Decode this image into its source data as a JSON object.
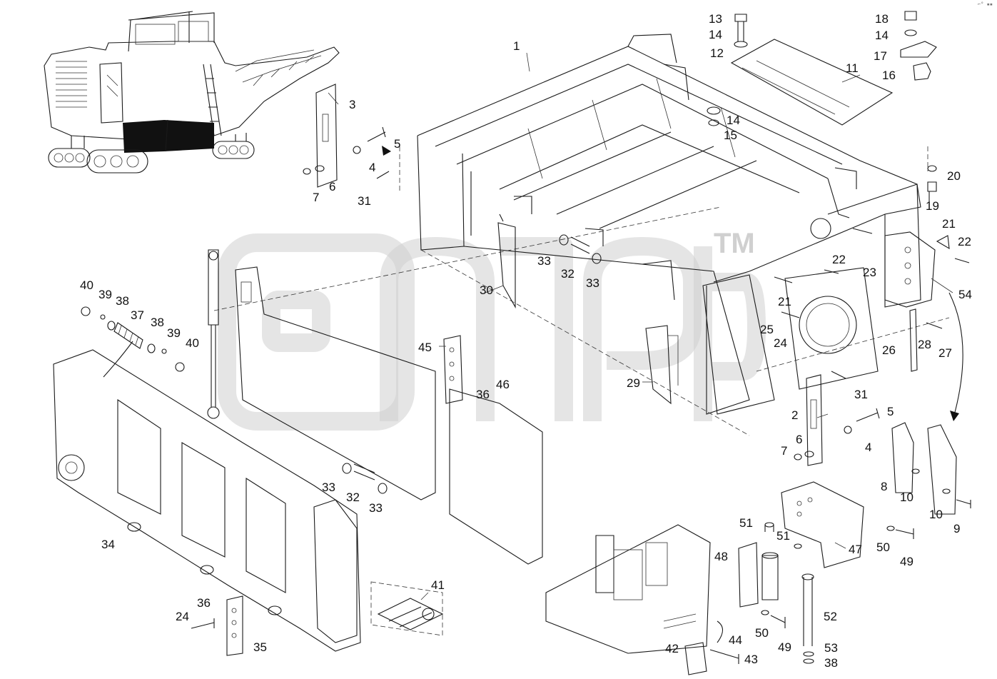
{
  "corner_mark": "⌐° ▪▪",
  "watermark": {
    "text": "TM"
  },
  "callouts": [
    {
      "id": "c1",
      "text": "1"
    },
    {
      "id": "c2",
      "text": "2"
    },
    {
      "id": "c3",
      "text": "3"
    },
    {
      "id": "c4a",
      "text": "4"
    },
    {
      "id": "c4b",
      "text": "4"
    },
    {
      "id": "c5a",
      "text": "5"
    },
    {
      "id": "c5b",
      "text": "5"
    },
    {
      "id": "c6a",
      "text": "6"
    },
    {
      "id": "c6b",
      "text": "6"
    },
    {
      "id": "c7a",
      "text": "7"
    },
    {
      "id": "c7b",
      "text": "7"
    },
    {
      "id": "c8",
      "text": "8"
    },
    {
      "id": "c9",
      "text": "9"
    },
    {
      "id": "c10a",
      "text": "10"
    },
    {
      "id": "c10b",
      "text": "10"
    },
    {
      "id": "c11",
      "text": "11"
    },
    {
      "id": "c12",
      "text": "12"
    },
    {
      "id": "c13",
      "text": "13"
    },
    {
      "id": "c14a",
      "text": "14"
    },
    {
      "id": "c14b",
      "text": "14"
    },
    {
      "id": "c14c",
      "text": "14"
    },
    {
      "id": "c15",
      "text": "15"
    },
    {
      "id": "c16",
      "text": "16"
    },
    {
      "id": "c17",
      "text": "17"
    },
    {
      "id": "c18",
      "text": "18"
    },
    {
      "id": "c19",
      "text": "19"
    },
    {
      "id": "c20",
      "text": "20"
    },
    {
      "id": "c21a",
      "text": "21"
    },
    {
      "id": "c21b",
      "text": "21"
    },
    {
      "id": "c22a",
      "text": "22"
    },
    {
      "id": "c22b",
      "text": "22"
    },
    {
      "id": "c23",
      "text": "23"
    },
    {
      "id": "c24a",
      "text": "24"
    },
    {
      "id": "c24b",
      "text": "24"
    },
    {
      "id": "c25",
      "text": "25"
    },
    {
      "id": "c26",
      "text": "26"
    },
    {
      "id": "c27",
      "text": "27"
    },
    {
      "id": "c28",
      "text": "28"
    },
    {
      "id": "c29",
      "text": "29"
    },
    {
      "id": "c30",
      "text": "30"
    },
    {
      "id": "c31a",
      "text": "31"
    },
    {
      "id": "c31b",
      "text": "31"
    },
    {
      "id": "c32a",
      "text": "32"
    },
    {
      "id": "c32b",
      "text": "32"
    },
    {
      "id": "c33a",
      "text": "33"
    },
    {
      "id": "c33b",
      "text": "33"
    },
    {
      "id": "c33c",
      "text": "33"
    },
    {
      "id": "c33d",
      "text": "33"
    },
    {
      "id": "c34",
      "text": "34"
    },
    {
      "id": "c35",
      "text": "35"
    },
    {
      "id": "c36a",
      "text": "36"
    },
    {
      "id": "c36b",
      "text": "36"
    },
    {
      "id": "c37",
      "text": "37"
    },
    {
      "id": "c38a",
      "text": "38"
    },
    {
      "id": "c38b",
      "text": "38"
    },
    {
      "id": "c38c",
      "text": "38"
    },
    {
      "id": "c39a",
      "text": "39"
    },
    {
      "id": "c39b",
      "text": "39"
    },
    {
      "id": "c40a",
      "text": "40"
    },
    {
      "id": "c40b",
      "text": "40"
    },
    {
      "id": "c41",
      "text": "41"
    },
    {
      "id": "c42",
      "text": "42"
    },
    {
      "id": "c43",
      "text": "43"
    },
    {
      "id": "c44",
      "text": "44"
    },
    {
      "id": "c45",
      "text": "45"
    },
    {
      "id": "c46",
      "text": "46"
    },
    {
      "id": "c47",
      "text": "47"
    },
    {
      "id": "c48",
      "text": "48"
    },
    {
      "id": "c49a",
      "text": "49"
    },
    {
      "id": "c49b",
      "text": "49"
    },
    {
      "id": "c50a",
      "text": "50"
    },
    {
      "id": "c50b",
      "text": "50"
    },
    {
      "id": "c51a",
      "text": "51"
    },
    {
      "id": "c51b",
      "text": "51"
    },
    {
      "id": "c52",
      "text": "52"
    },
    {
      "id": "c53",
      "text": "53"
    },
    {
      "id": "c54",
      "text": "54"
    }
  ]
}
